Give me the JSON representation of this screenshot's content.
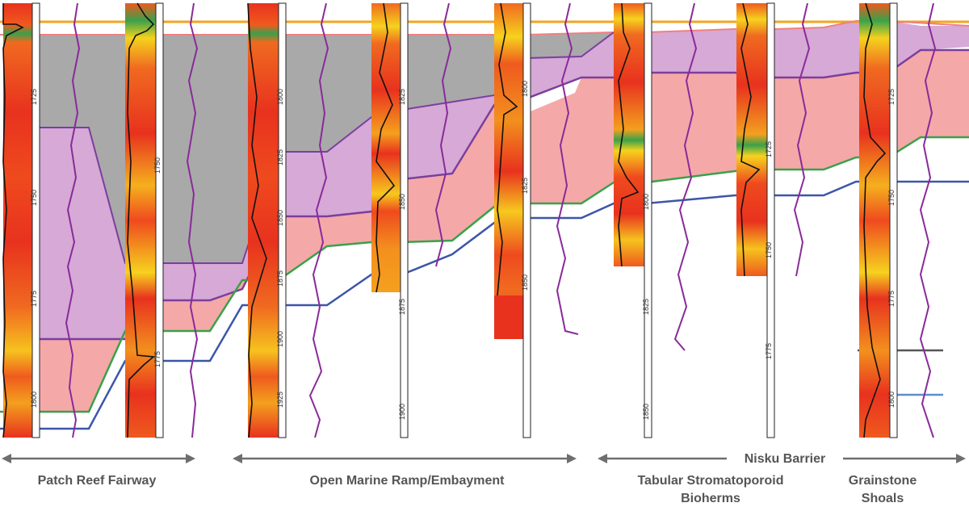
{
  "labels": {
    "patch_reef": "Patch Reef Fairway",
    "open_marine": "Open Marine Ramp/Embayment",
    "nisku_barrier": "Nisku Barrier",
    "tabular_line1": "Tabular Stromatoporoid",
    "tabular_line2": "Bioherms",
    "grainstone_line1": "Grainstone",
    "grainstone_line2": "Shoals"
  },
  "colors": {
    "top_marker": "#f2a51e",
    "gray_fill": "#a9a9a9",
    "purple_fill": "#d6a9d6",
    "pink_fill": "#f5a8a8",
    "green_line": "#3aa14a",
    "blue_line": "#3c56a8",
    "purple_line": "#7a3f9e",
    "log_curve": "#8a2a9a",
    "arrow_gray": "#6e6e6e"
  },
  "wells": [
    {
      "depths": [
        "1725",
        "1750",
        "1775",
        "1800"
      ]
    },
    {
      "depths": [
        "1750",
        "1775"
      ]
    },
    {
      "depths": [
        "1800",
        "1825",
        "1850",
        "1875",
        "1900",
        "1925"
      ]
    },
    {
      "depths": [
        "1825",
        "1850",
        "1875",
        "1900"
      ]
    },
    {
      "depths": [
        "1800",
        "1825",
        "1850"
      ]
    },
    {
      "depths": [
        "1800",
        "1825",
        "1850"
      ]
    },
    {
      "depths": [
        "1725",
        "1750",
        "1775"
      ]
    },
    {
      "depths": [
        "1725",
        "1750",
        "1775",
        "1800"
      ]
    }
  ]
}
